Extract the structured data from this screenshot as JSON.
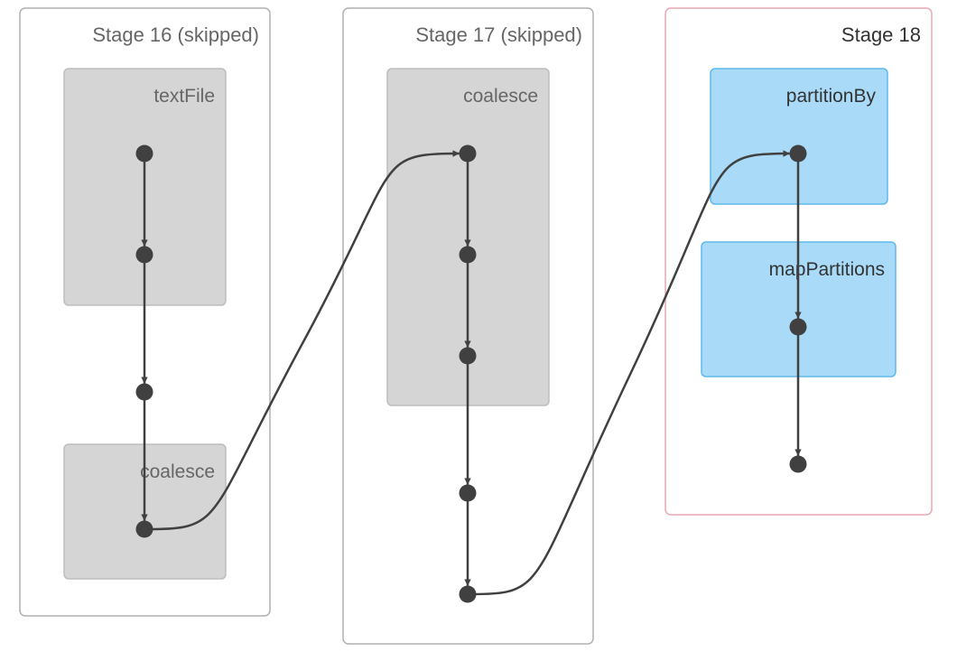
{
  "stages": [
    {
      "id": "stage16",
      "title": "Stage 16 (skipped)",
      "skipped": true,
      "clusters": [
        {
          "id": "s16-textfile",
          "label": "textFile"
        },
        {
          "id": "s16-coalesce",
          "label": "coalesce"
        }
      ],
      "nodes": [
        "s16-n1",
        "s16-n2",
        "s16-n3",
        "s16-n4"
      ]
    },
    {
      "id": "stage17",
      "title": "Stage 17 (skipped)",
      "skipped": true,
      "clusters": [
        {
          "id": "s17-coalesce",
          "label": "coalesce"
        }
      ],
      "nodes": [
        "s17-n1",
        "s17-n2",
        "s17-n3",
        "s17-n4",
        "s17-n5"
      ]
    },
    {
      "id": "stage18",
      "title": "Stage 18",
      "skipped": false,
      "clusters": [
        {
          "id": "s18-partitionby",
          "label": "partitionBy"
        },
        {
          "id": "s18-mappartitions",
          "label": "mapPartitions"
        }
      ],
      "nodes": [
        "s18-n1",
        "s18-n2",
        "s18-n3"
      ]
    }
  ],
  "edges": [
    [
      "s16-n1",
      "s16-n2"
    ],
    [
      "s16-n2",
      "s16-n3"
    ],
    [
      "s16-n3",
      "s16-n4"
    ],
    [
      "s16-n4",
      "s17-n1"
    ],
    [
      "s17-n1",
      "s17-n2"
    ],
    [
      "s17-n2",
      "s17-n3"
    ],
    [
      "s17-n3",
      "s17-n4"
    ],
    [
      "s17-n4",
      "s17-n5"
    ],
    [
      "s17-n5",
      "s18-n1"
    ],
    [
      "s18-n1",
      "s18-n2"
    ],
    [
      "s18-n2",
      "s18-n3"
    ]
  ],
  "colors": {
    "skipped_stage_border": "#b0b0b0",
    "active_stage_border": "#e8a9b3",
    "skipped_cluster_fill": "#d5d5d5",
    "skipped_cluster_border": "#bdbdbd",
    "active_cluster_fill": "#a9dbf8",
    "active_cluster_border": "#5fb9ec",
    "node": "#404040",
    "edge": "#404040",
    "skipped_text": "#666666",
    "active_text": "#333333"
  }
}
